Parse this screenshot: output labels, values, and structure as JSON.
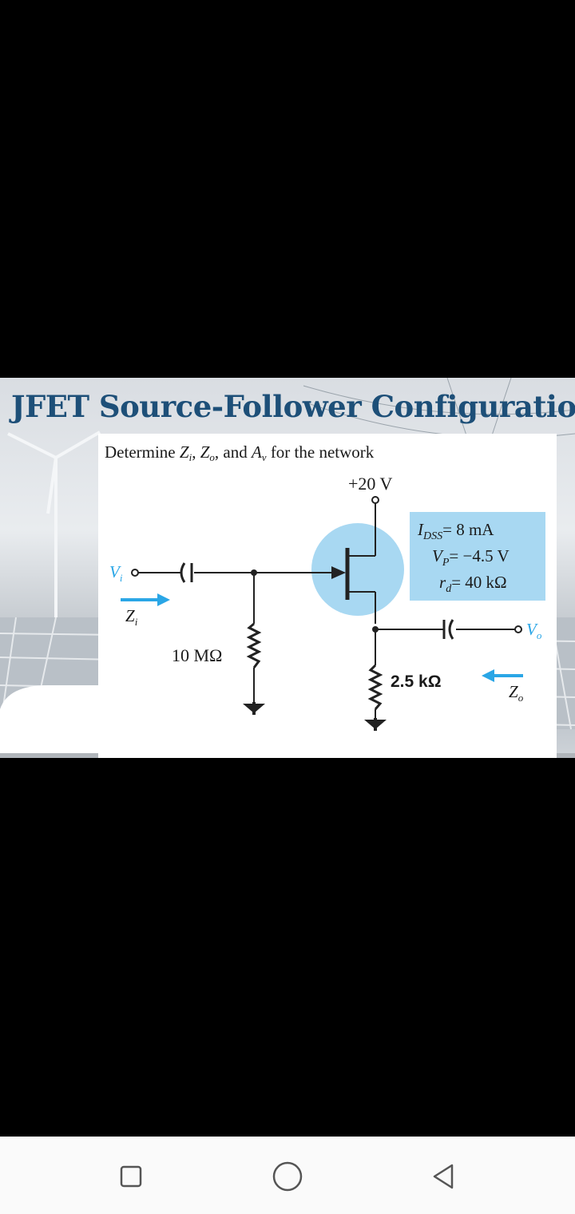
{
  "slide": {
    "title": "JFET Source-Follower Configuration"
  },
  "diagram": {
    "prompt": {
      "lead": "Determine ",
      "zi_sym": "Z",
      "zi_sub": "i",
      "sep1": ", ",
      "zo_sym": "Z",
      "zo_sub": "o",
      "sep2": ", and ",
      "av_sym": "A",
      "av_sub": "v",
      "tail": " for the network"
    },
    "supply": "+20 V",
    "params": {
      "idss_sym": "I",
      "idss_sub": "DSS",
      "idss_val": "= 8 mA",
      "vp_sym": "V",
      "vp_sub": "P",
      "vp_val": "= −4.5 V",
      "rd_sym": "r",
      "rd_sub": "d",
      "rd_val": "= 40 kΩ"
    },
    "vin_sym": "V",
    "vin_sub": "i",
    "zin_sym": "Z",
    "zin_sub": "i",
    "rg_label": "10 MΩ",
    "rs_label": "2.5 kΩ",
    "vout_sym": "V",
    "vout_sub": "o",
    "zout_sym": "Z",
    "zout_sub": "o",
    "highlight_color": "#a8d8f2",
    "arrow_color": "#2aa6e6"
  },
  "navbar": {
    "recent_icon": "square-recents-icon",
    "home_icon": "circle-home-icon",
    "back_icon": "triangle-back-icon"
  }
}
